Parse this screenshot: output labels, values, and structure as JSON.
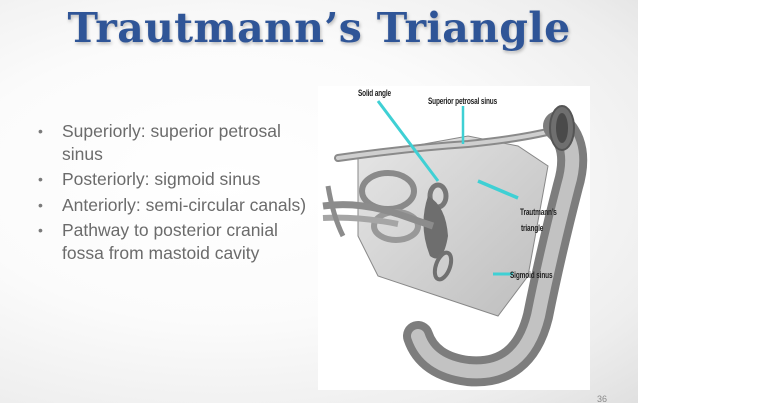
{
  "slide": {
    "title": "Trautmann’s Triangle",
    "bullets": [
      {
        "text": "Superiorly: superior petrosal sinus"
      },
      {
        "text": "Posteriorly: sigmoid sinus"
      },
      {
        "text": "Anteriorly: semi-circular canals)"
      },
      {
        "text": "Pathway to posterior cranial fossa from mastoid cavity"
      }
    ],
    "bullet_glyph": "•",
    "figure": {
      "labels": {
        "solid_angle": "Solid angle",
        "superior_petrosal_sinus": "Superior petrosal sinus",
        "trautmanns_triangle_line1": "Trautmann’s",
        "trautmanns_triangle_line2": "triangle",
        "sigmoid_sinus": "Sigmoid sinus"
      },
      "leader_color": "#3fd0d4"
    },
    "page_number": "36"
  },
  "colors": {
    "title": "#2f5597",
    "body_text": "#6b6b6b"
  }
}
